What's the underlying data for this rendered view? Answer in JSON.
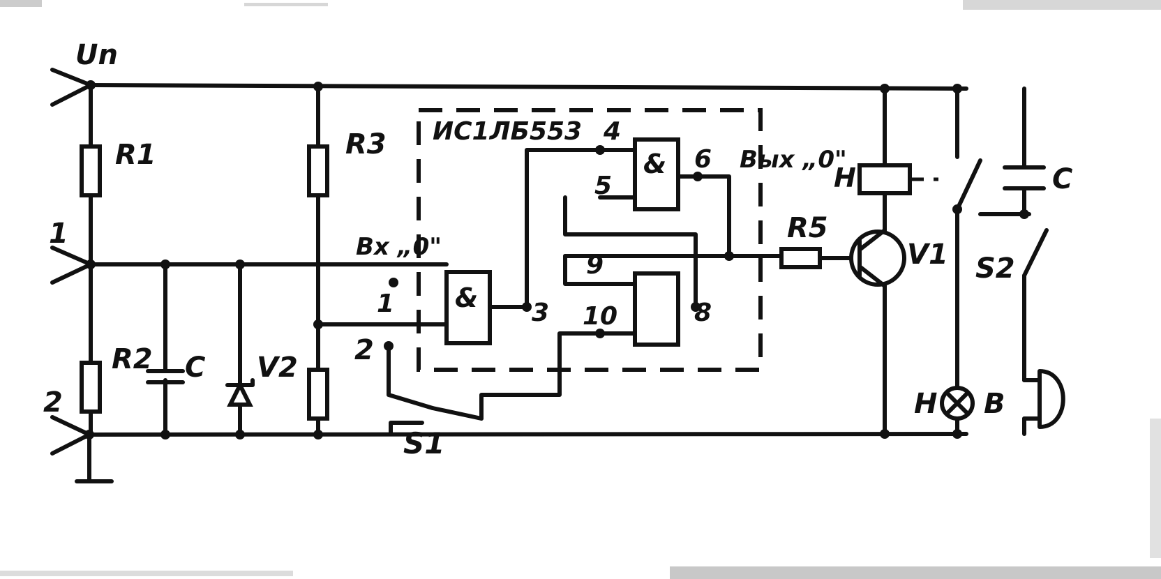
{
  "labels": {
    "supply": "Un",
    "r1": "R1",
    "r2": "R2",
    "r3": "R3",
    "r5": "R5",
    "c_left": "C",
    "c_right": "C",
    "v2": "V2",
    "v1": "V1",
    "s1": "S1",
    "s2": "S2",
    "h_relay": "H",
    "h_lamp": "H",
    "b_bell": "B",
    "term1": "1",
    "term2": "2",
    "ic": "ИС1ЛБ553",
    "pin4": "4",
    "pin6": "6",
    "pin5": "5",
    "pin9": "9",
    "pin10": "10",
    "pin8": "8",
    "pin3": "3",
    "pin1": "1",
    "pin2": "2",
    "gate_and": "&",
    "input_state": "Вх „0\"",
    "output_state": "Вых „0\""
  },
  "colors": {
    "ink": "#111111",
    "paper": "#ffffff",
    "noise": "#9a9a9a"
  }
}
